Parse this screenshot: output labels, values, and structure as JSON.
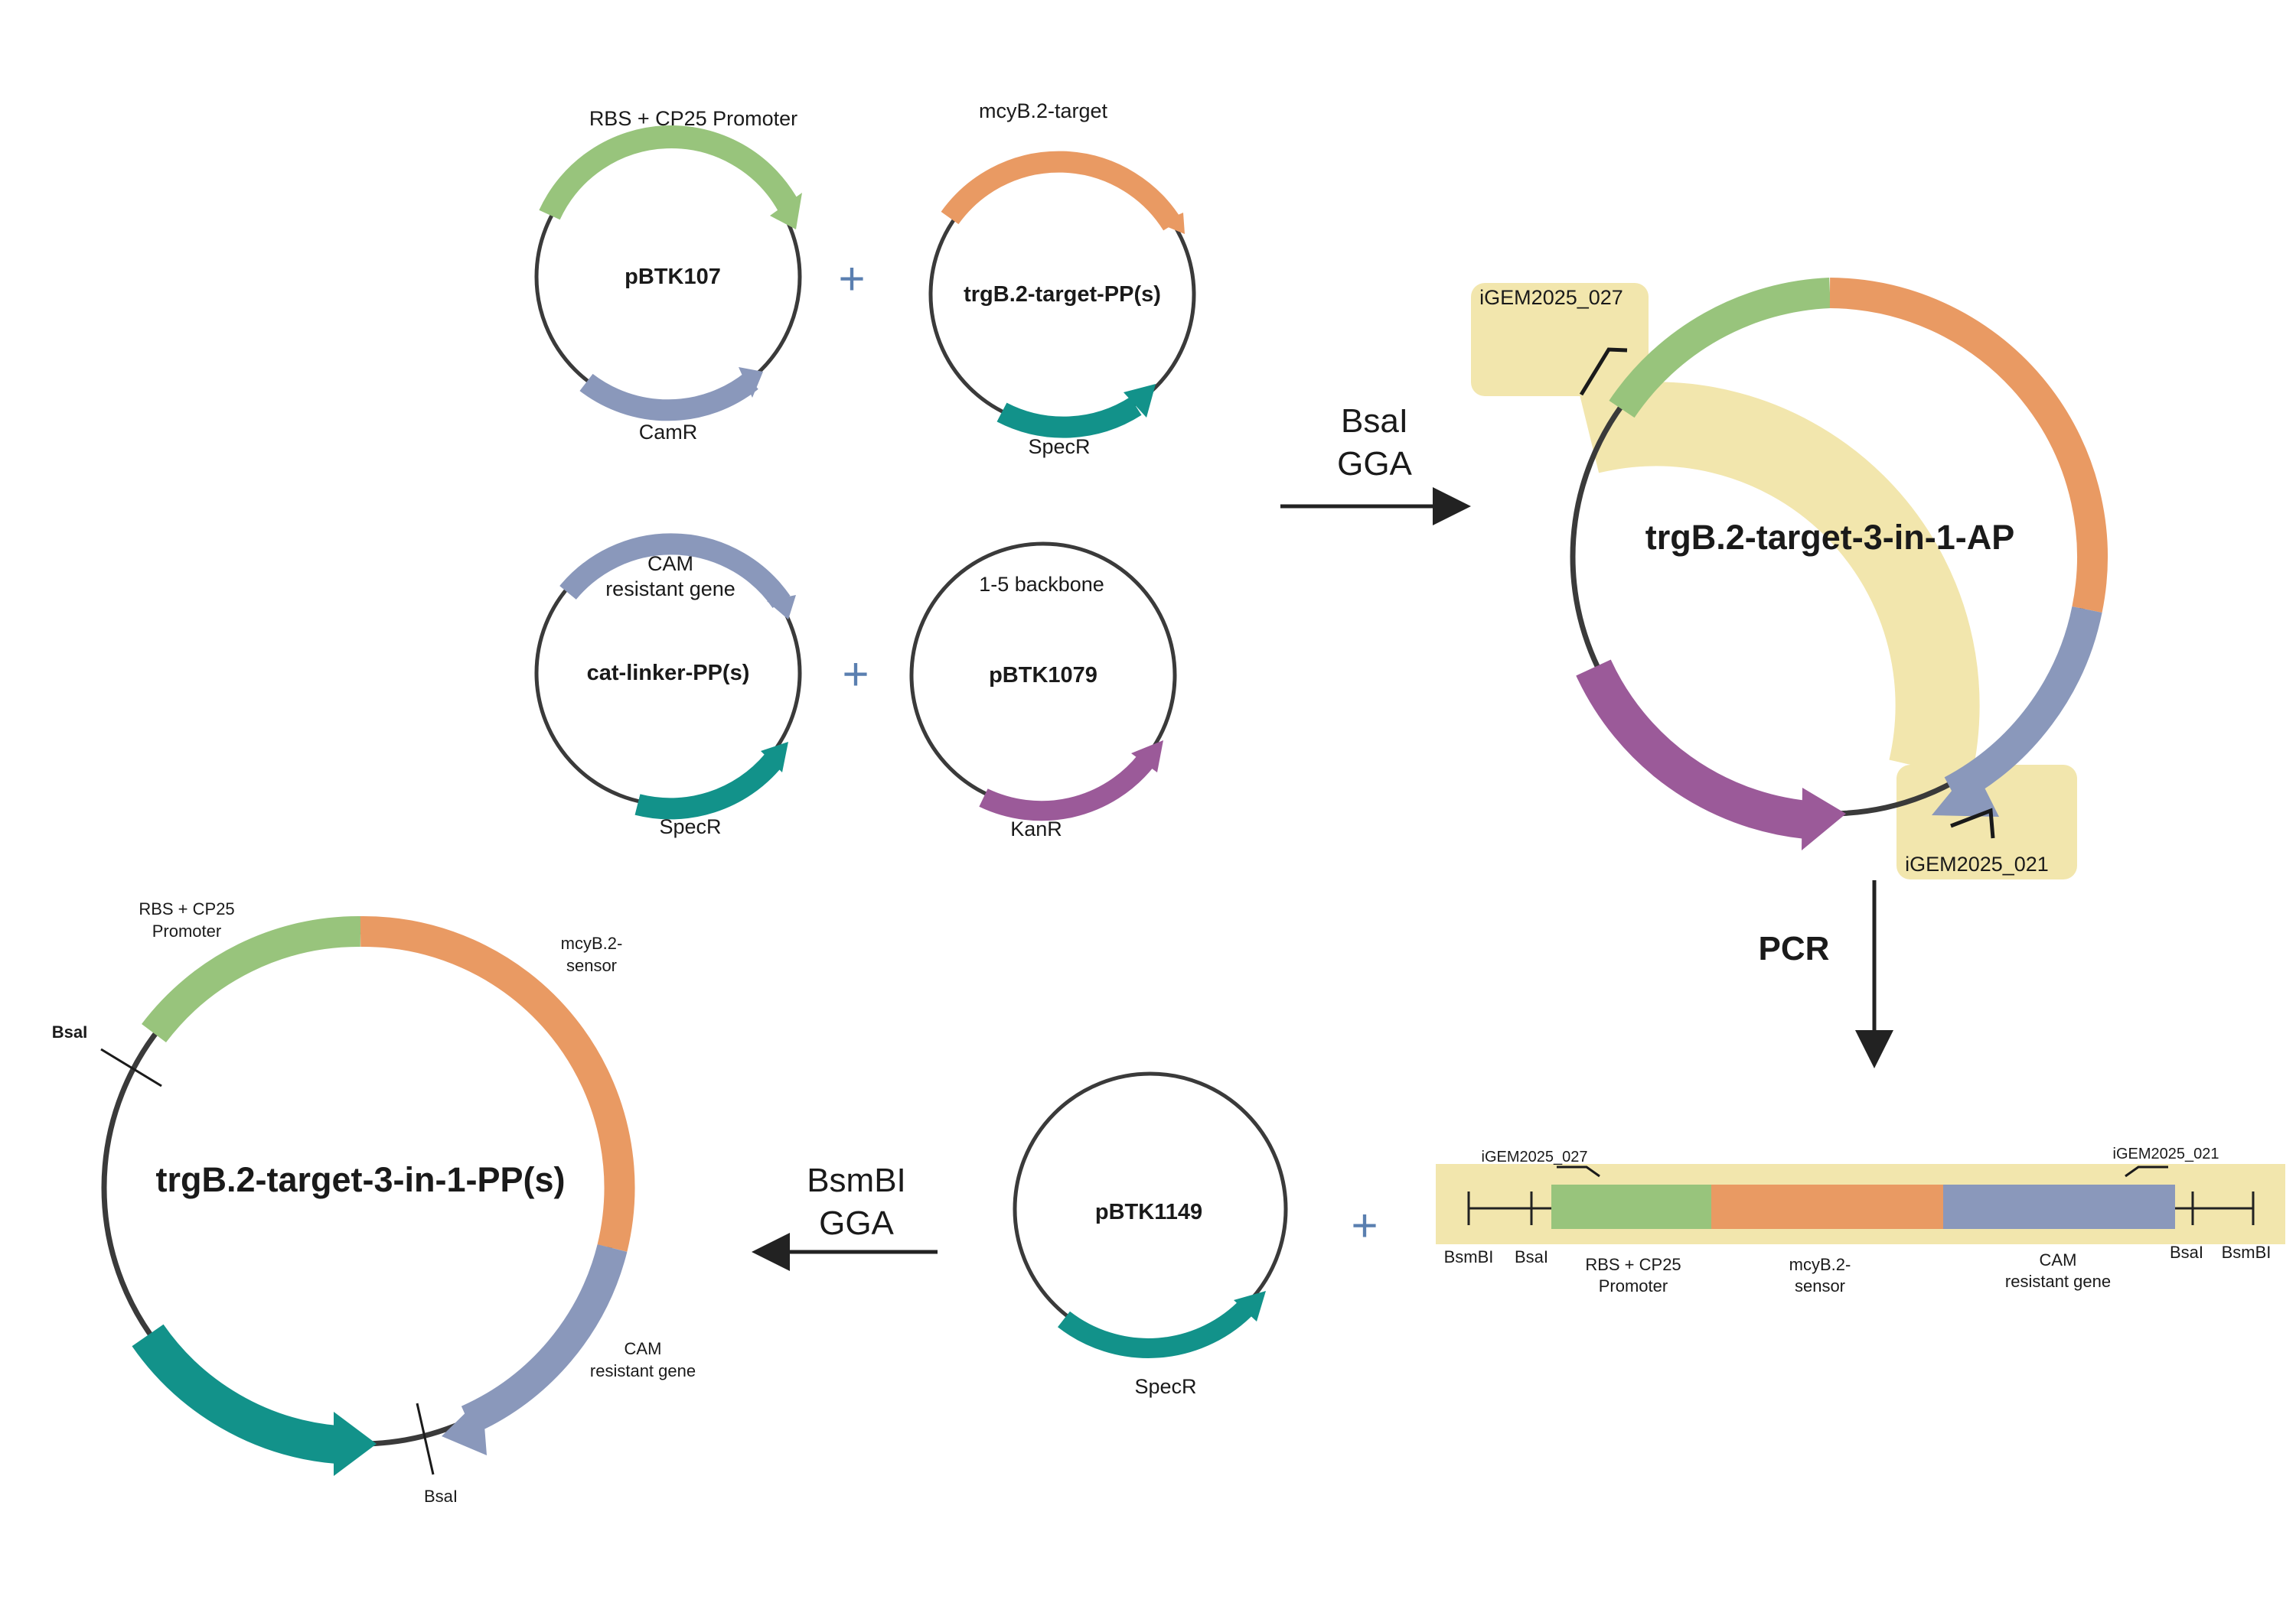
{
  "colors": {
    "green": "#98c47c",
    "orange": "#e99a63",
    "blue": "#8a98bb",
    "teal": "#12928a",
    "purple": "#9b5a99",
    "highlight": "#f2e6ad",
    "backbone": "#3a3a3a",
    "plus": "#5a7fb0"
  },
  "plasmids": {
    "pbtk107": {
      "name": "pBTK107",
      "top_label": "RBS + CP25 Promoter",
      "bottom_label": "CamR"
    },
    "trgb_pp": {
      "name": "trgB.2-target-PP(s)",
      "top_label": "mcyB.2-target",
      "bottom_label": "SpecR"
    },
    "cat_linker": {
      "name": "cat-linker-PP(s)",
      "top_label_1": "CAM",
      "top_label_2": "resistant gene",
      "bottom_label": "SpecR"
    },
    "pbtk1079": {
      "name": "pBTK1079",
      "top_label": "1-5 backbone",
      "bottom_label": "KanR"
    },
    "trgb_ap": {
      "name": "trgB.2-target-3-in-1-AP",
      "primer_fwd": "iGEM2025_027",
      "primer_rev": "iGEM2025_021"
    },
    "pbtk1149": {
      "name": "pBTK1149",
      "bottom_label": "SpecR"
    },
    "final": {
      "name": "trgB.2-target-3-in-1-PP(s)",
      "label_green_1": "RBS + CP25",
      "label_green_2": "Promoter",
      "label_orange_1": "mcyB.2-",
      "label_orange_2": "sensor",
      "label_blue_1": "CAM",
      "label_blue_2": "resistant gene",
      "site_top": "BsaI",
      "site_bottom": "BsaI"
    }
  },
  "steps": {
    "gga1_line1": "BsaI",
    "gga1_line2": "GGA",
    "pcr": "PCR",
    "gga2_line1": "BsmBI",
    "gga2_line2": "GGA"
  },
  "linear": {
    "primer_fwd": "iGEM2025_027",
    "primer_rev": "iGEM2025_021",
    "site_bsmbi_left": "BsmBI",
    "site_bsai_left": "BsaI",
    "site_bsai_right": "BsaI",
    "site_bsmbi_right": "BsmBI",
    "green_label_1": "RBS + CP25",
    "green_label_2": "Promoter",
    "orange_label_1": "mcyB.2-",
    "orange_label_2": "sensor",
    "blue_label_1": "CAM",
    "blue_label_2": "resistant gene"
  },
  "plus_sign": "+"
}
